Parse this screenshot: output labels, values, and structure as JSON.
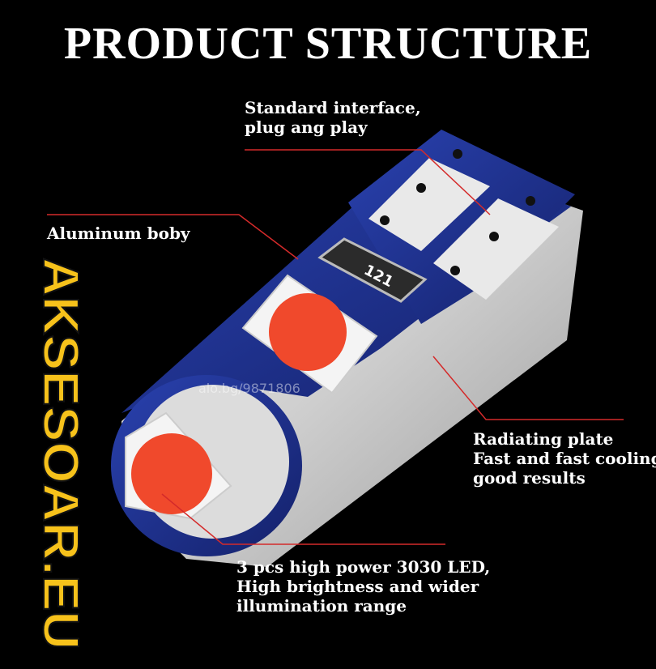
{
  "title": "PRODUCT STRUCTURE",
  "brand": "AKSESOAR.EU",
  "watermark": "alo.bg/9871806",
  "resistor_code": "121",
  "annotations": {
    "interface": [
      "Standard interface,",
      "plug ang play"
    ],
    "aluminum": [
      "Aluminum boby"
    ],
    "radiating": [
      "Radiating plate",
      "Fast and fast cooling,",
      "good results"
    ],
    "led": [
      "3 pcs high power 3030 LED,",
      "High brightness and wider",
      "illumination range"
    ]
  },
  "colors": {
    "background": "#000000",
    "pcb_blue": "#1b2f8c",
    "led_red": "#f0492c",
    "leader_line": "#d42a2a",
    "brand_yellow": "#f7c21b"
  }
}
